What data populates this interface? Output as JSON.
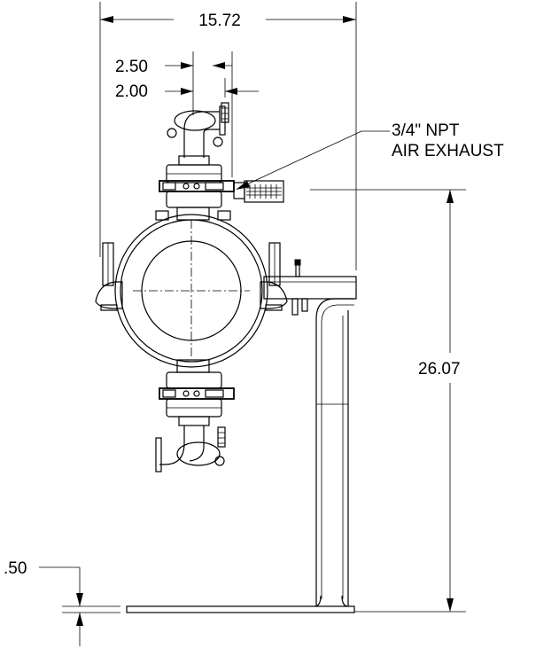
{
  "dimensions": {
    "overall_width": "15.72",
    "port_offset_outer": "2.50",
    "port_offset_inner": "2.00",
    "overall_height": "26.07",
    "base_thickness": ".50"
  },
  "callout": {
    "line1": "3/4\" NPT",
    "line2": "AIR EXHAUST"
  }
}
